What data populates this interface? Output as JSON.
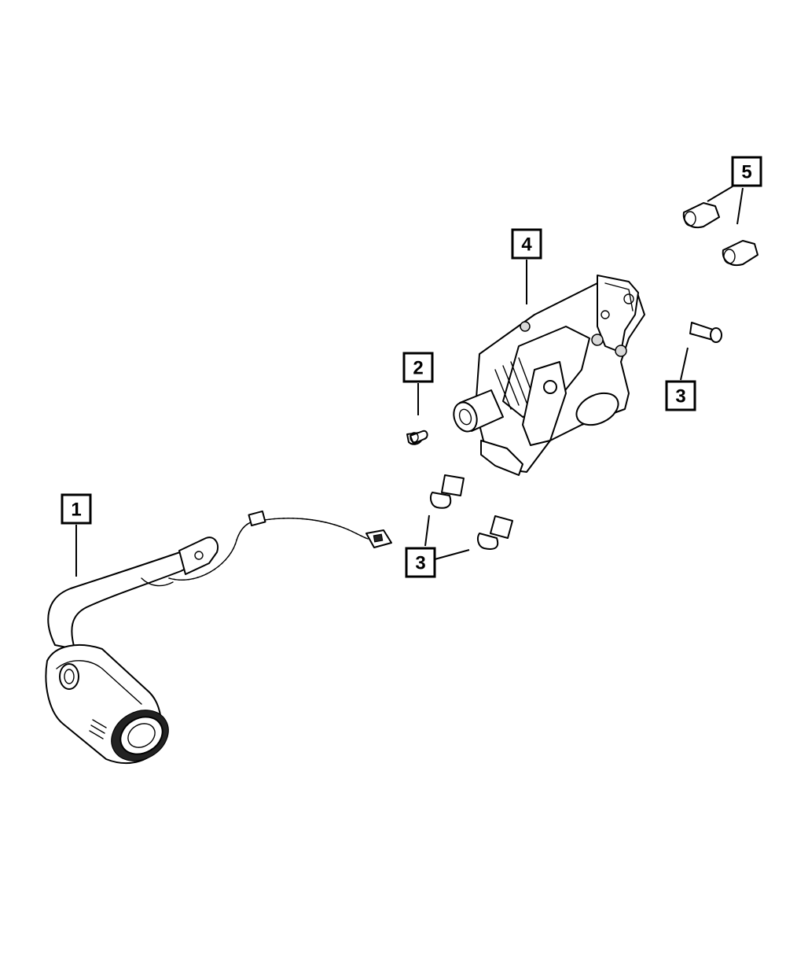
{
  "callouts": [
    {
      "id": "callout-1",
      "label": "1"
    },
    {
      "id": "callout-2",
      "label": "2"
    },
    {
      "id": "callout-3a",
      "label": "3"
    },
    {
      "id": "callout-3b",
      "label": "3"
    },
    {
      "id": "callout-4",
      "label": "4"
    },
    {
      "id": "callout-5",
      "label": "5"
    }
  ],
  "parts": [
    {
      "callout": "1",
      "icon": "shift-lever-with-harness-icon"
    },
    {
      "callout": "2",
      "icon": "stud-bolt-icon"
    },
    {
      "callout": "3",
      "icon": "flange-bolt-icon"
    },
    {
      "callout": "4",
      "icon": "steering-column-icon"
    },
    {
      "callout": "5",
      "icon": "nut-insert-icon"
    }
  ],
  "colors": {
    "line": "#000000",
    "background": "#ffffff"
  }
}
